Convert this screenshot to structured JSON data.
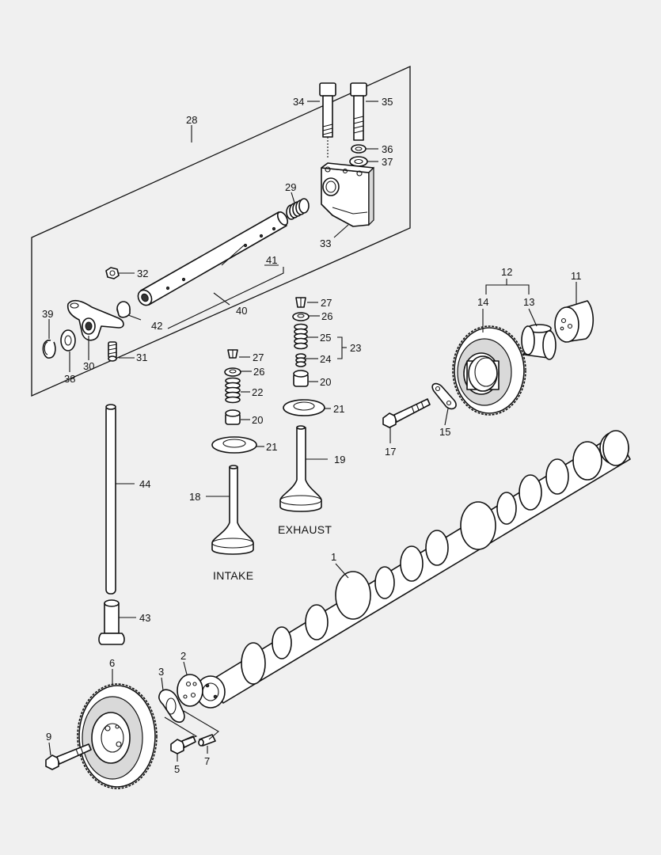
{
  "background": "#f0f0f0",
  "captions": {
    "intake": "INTAKE",
    "exhaust": "EXHAUST"
  },
  "labels": {
    "p1": "1",
    "p2": "2",
    "p3": "3",
    "p5": "5",
    "p6": "6",
    "p7": "7",
    "p9": "9",
    "p11": "11",
    "p12": "12",
    "p13": "13",
    "p14": "14",
    "p15": "15",
    "p17": "17",
    "p18": "18",
    "p19": "19",
    "p20a": "20",
    "p20b": "20",
    "p21a": "21",
    "p21b": "21",
    "p22": "22",
    "p23": "23",
    "p24": "24",
    "p25": "25",
    "p26a": "26",
    "p26b": "26",
    "p27a": "27",
    "p27b": "27",
    "p28": "28",
    "p29": "29",
    "p30": "30",
    "p31": "31",
    "p32": "32",
    "p33": "33",
    "p34": "34",
    "p35": "35",
    "p36": "36",
    "p37": "37",
    "p38": "38",
    "p39": "39",
    "p40": "40",
    "p41": "41",
    "p42": "42",
    "p43": "43",
    "p44": "44"
  }
}
